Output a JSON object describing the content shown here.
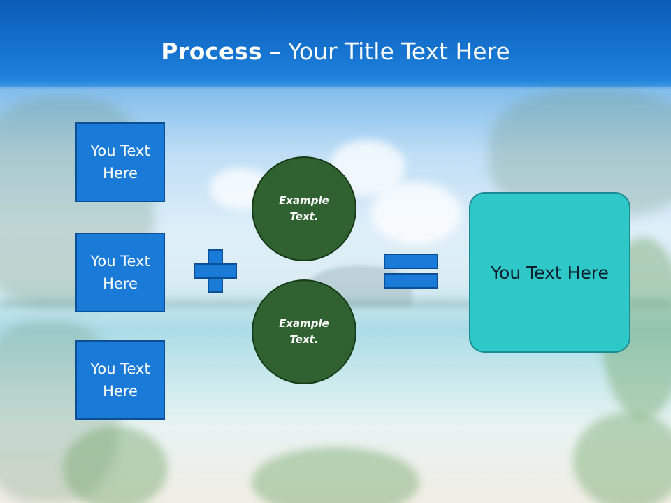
{
  "slide": {
    "title_bold": "Process",
    "title_rest": " – Your Title Text Here",
    "left_boxes": [
      "You Text\nHere",
      "You Text\nHere",
      "You Text\nHere"
    ],
    "circles": [
      "Example Text.",
      "Example Text."
    ],
    "result_text": "You Text Here"
  },
  "colors": {
    "title_bar": "#0b5cb6",
    "box_fill": "#1a7ad8",
    "box_border": "#0c4f94",
    "circle_fill": "#2f6230",
    "result_fill": "#2fc8c8"
  },
  "icons": {
    "plus": "plus-icon",
    "equals": "equals-icon"
  }
}
